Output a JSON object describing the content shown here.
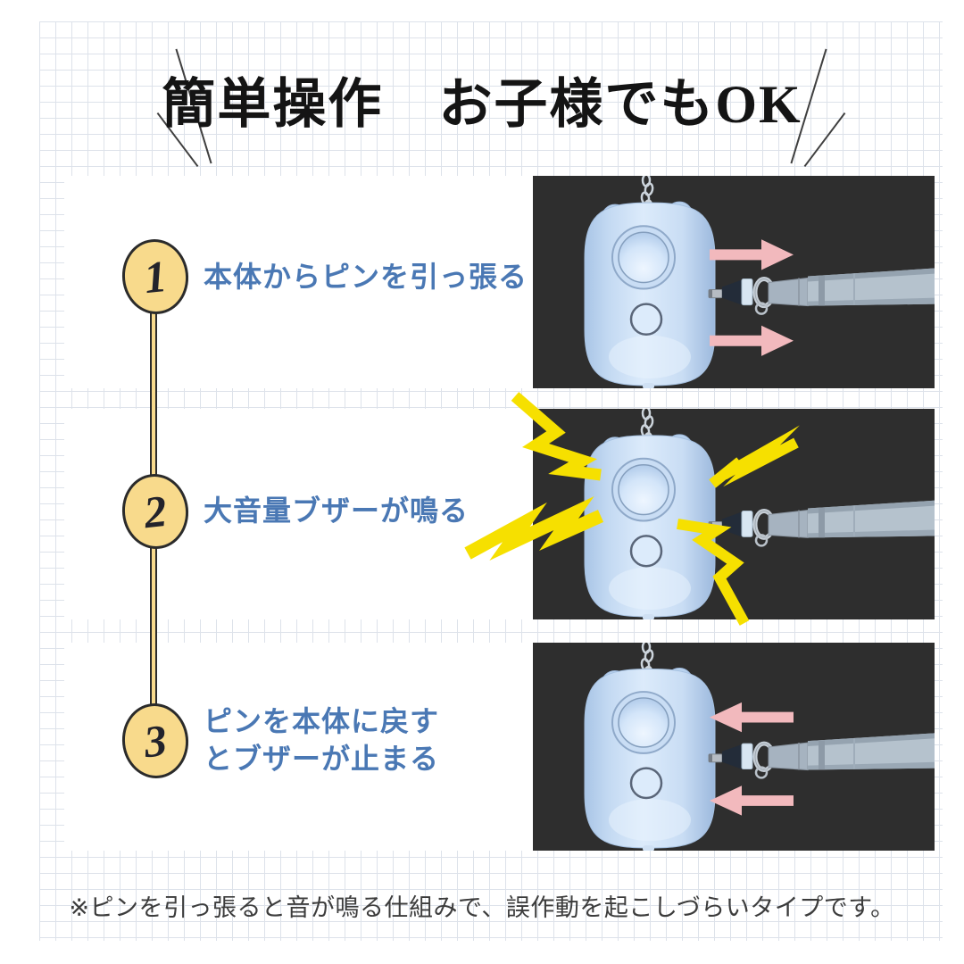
{
  "title": {
    "text": "簡単操作　お子様でもOK"
  },
  "steps": [
    {
      "number": "1",
      "label": "本体からピンを引っ張る"
    },
    {
      "number": "2",
      "label": "大音量ブザーが鳴る"
    },
    {
      "number": "3",
      "label_line1": "ピンを本体に戻す",
      "label_line2": "とブザーが止まる"
    }
  ],
  "footer": {
    "note": "※ピンを引っ張ると音が鳴る仕組みで、誤作動を起こしづらいタイプです。"
  },
  "icons": {
    "device": "bear-shaped-personal-alarm",
    "panel1_effect": "arrow-right",
    "panel2_effect": "lightning-bolts",
    "panel3_effect": "arrow-left",
    "attachment": "pin-with-lanyard-strap",
    "title_decoration": "emphasis-slashes"
  },
  "colors": {
    "accent_blue": "#4a78b4",
    "step_circle_fill": "#f8da8c",
    "outline_dark": "#2b2b2b",
    "photo_background": "#2e2e2e",
    "arrow_pink": "#f2b9bd",
    "lightning_yellow": "#f6e000",
    "device_blue": "#c6dcf4",
    "strap_gray": "#b5c2cd",
    "grid_line": "#dde2ea",
    "title_color": "#141414",
    "footer_color": "#3c3c3c"
  }
}
